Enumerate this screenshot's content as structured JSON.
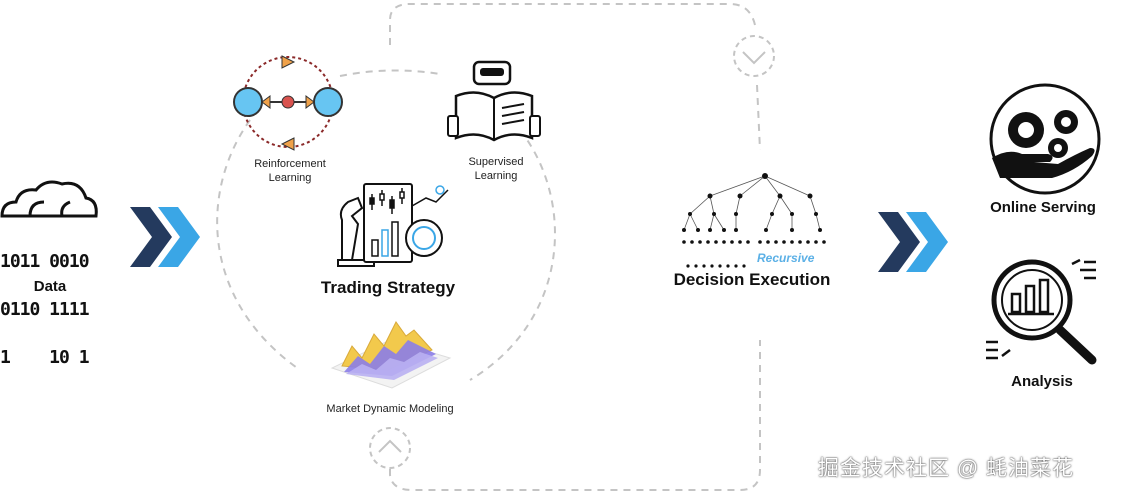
{
  "labels": {
    "data": "Data",
    "reinforcement_learning": [
      "Reinforcement",
      "Learning"
    ],
    "supervised_learning": [
      "Supervised",
      "Learning"
    ],
    "trading_strategy": "Trading Strategy",
    "market_dynamic_modeling": "Market Dynamic Modeling",
    "recursive": "Recursive",
    "decision_execution": "Decision Execution",
    "online_serving": "Online Serving",
    "analysis": "Analysis"
  },
  "binary_digits": [
    "1011 0010",
    "0110 1111",
    "1    10 1"
  ],
  "watermark": "掘金技术社区 @ 蚝油菜花",
  "colors": {
    "chevron_dark": "#243a5e",
    "chevron_light": "#3aa6e6",
    "dashed_line": "#c4c4c4",
    "rl_blue": "#67c5f2",
    "rl_orange": "#f0a24a",
    "rl_red": "#d9534f",
    "wave_yellow": "#f2c94c",
    "wave_purple": "#8b7de8",
    "recursive_text": "#5bb0e6"
  },
  "icons": [
    "cloud-data-icon",
    "double-chevron-icon",
    "reinforcement-cycle-icon",
    "robot-reading-icon",
    "trading-chart-icon",
    "market-wave-icon",
    "decision-tree-icon",
    "gear-hand-icon",
    "magnifier-chart-icon",
    "chevron-down-icon",
    "chevron-up-icon"
  ]
}
